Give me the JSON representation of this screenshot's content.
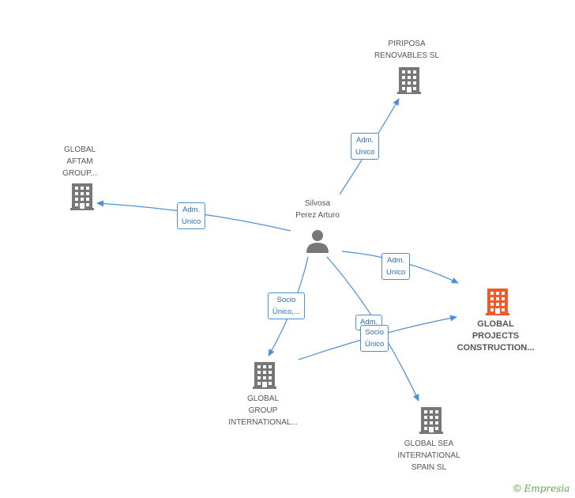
{
  "nodes": {
    "person": {
      "label": [
        "Silvosa",
        "Perez Arturo"
      ],
      "icon": "person-icon",
      "color": "#777777"
    },
    "piriposa": {
      "label": [
        "PIRIPOSA",
        "RENOVABLES SL"
      ],
      "icon": "building-icon",
      "color": "#777777"
    },
    "aftam": {
      "label": [
        "GLOBAL",
        "AFTAM",
        "GROUP..."
      ],
      "icon": "building-icon",
      "color": "#777777"
    },
    "projects": {
      "label": [
        "GLOBAL",
        "PROJECTS",
        "CONSTRUCTION..."
      ],
      "icon": "building-icon",
      "color": "#f05a2a"
    },
    "group_intl": {
      "label": [
        "GLOBAL",
        "GROUP",
        "INTERNATIONAL..."
      ],
      "icon": "building-icon",
      "color": "#777777"
    },
    "sea_intl": {
      "label": [
        "GLOBAL SEA",
        "INTERNATIONAL",
        "SPAIN SL"
      ],
      "icon": "building-icon",
      "color": "#777777"
    }
  },
  "edges": {
    "e_piriposa": {
      "label": [
        "Adm.",
        "Unico"
      ]
    },
    "e_aftam": {
      "label": [
        "Adm.",
        "Unico"
      ]
    },
    "e_projects": {
      "label": [
        "Adm.",
        "Unico"
      ]
    },
    "e_group": {
      "label": [
        "Socio",
        "Único,..."
      ]
    },
    "e_sea_adm": {
      "label": [
        "Adm."
      ]
    },
    "e_group_projects": {
      "label": [
        "Socio",
        "Único"
      ]
    }
  },
  "colors": {
    "edge": "#4a8fd9",
    "edge_label_text": "#2a6db5",
    "icon_default": "#777777",
    "icon_highlight": "#f05a2a"
  },
  "brand": {
    "copyright": "©",
    "name": "Empresia"
  }
}
